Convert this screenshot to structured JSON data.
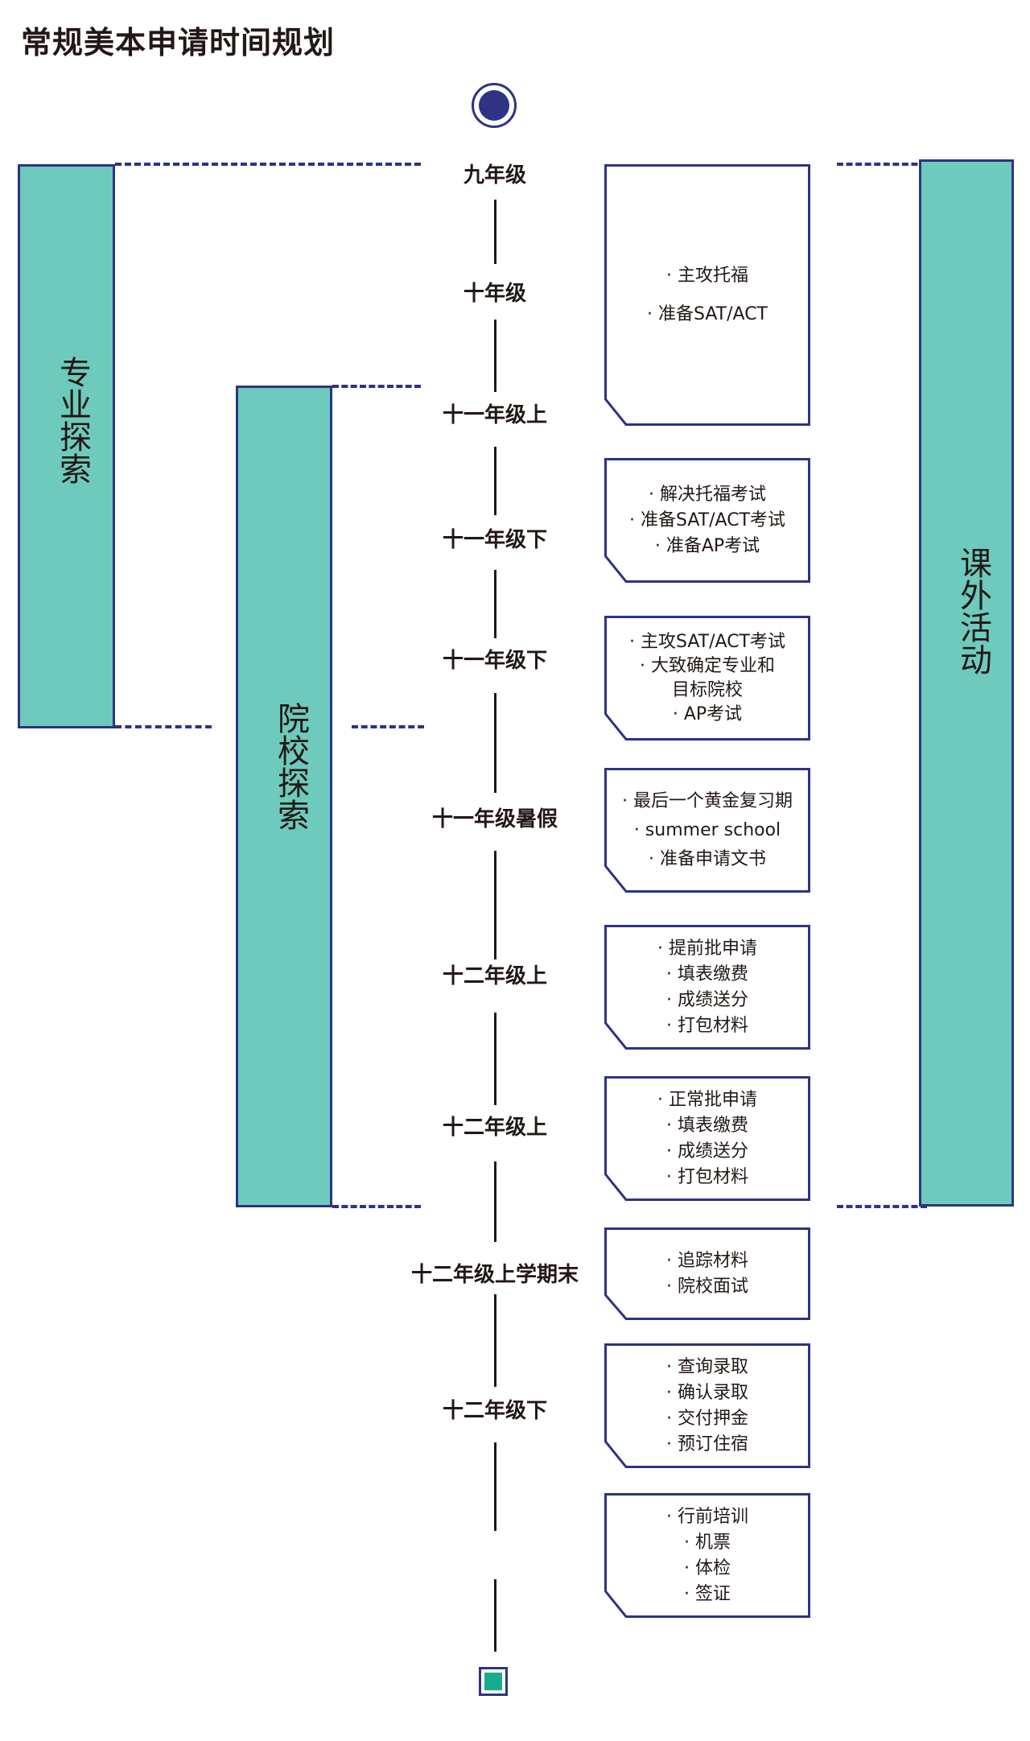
{
  "title": "常规美本申请时间规划",
  "colors": {
    "navy": "#2e3385",
    "teal_bar": "#6dcabd",
    "teal_node": "#1aab8f",
    "text": "#231815"
  },
  "bars": {
    "major": "专业探索",
    "school": "院校探索",
    "activities": "课外活动"
  },
  "grades": [
    "九年级",
    "十年级",
    "十一年级上",
    "十一年级下",
    "十一年级下",
    "十一年级暑假",
    "十二年级上",
    "十二年级上",
    "十二年级上学期末",
    "十二年级下"
  ],
  "cards": [
    {
      "items": [
        "· 主攻托福",
        "· 准备SAT/ACT"
      ]
    },
    {
      "items": [
        "· 解决托福考试",
        "· 准备SAT/ACT考试",
        "· 准备AP考试"
      ]
    },
    {
      "items": [
        "· 主攻SAT/ACT考试",
        "· 大致确定专业和",
        "目标院校",
        "· AP考试"
      ]
    },
    {
      "items": [
        "· 最后一个黄金复习期",
        "· summer school",
        "· 准备申请文书"
      ]
    },
    {
      "items": [
        "· 提前批申请",
        "· 填表缴费",
        "· 成绩送分",
        "· 打包材料"
      ]
    },
    {
      "items": [
        "· 正常批申请",
        "· 填表缴费",
        "· 成绩送分",
        "· 打包材料"
      ]
    },
    {
      "items": [
        "· 追踪材料",
        "· 院校面试"
      ]
    },
    {
      "items": [
        "· 查询录取",
        "· 确认录取",
        "· 交付押金",
        "· 预订住宿"
      ]
    },
    {
      "items": [
        "· 行前培训",
        "· 机票",
        "· 体检",
        "· 签证"
      ]
    }
  ]
}
